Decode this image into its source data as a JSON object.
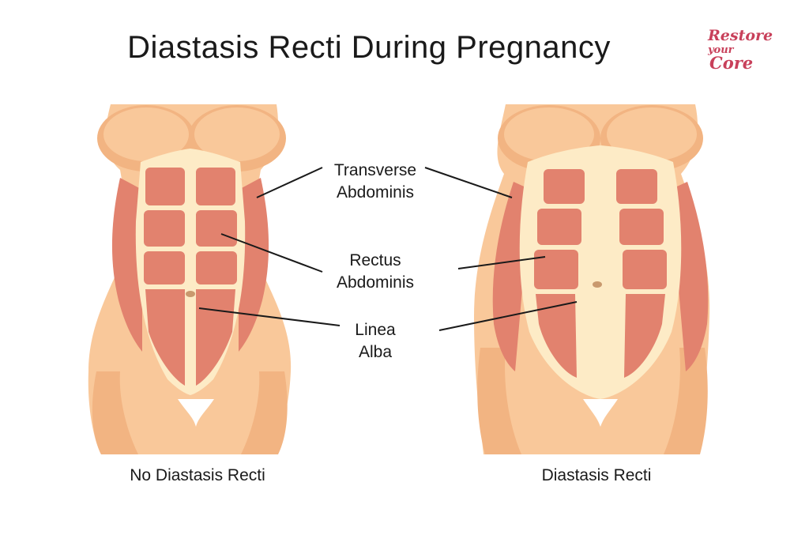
{
  "title": "Diastasis Recti During Pregnancy",
  "logo": {
    "line1": "Restore",
    "line2": "your",
    "line3": "Core"
  },
  "labels": {
    "transverse": [
      "Transverse",
      "Abdominis"
    ],
    "rectus": [
      "Rectus",
      "Abdominis"
    ],
    "linea": [
      "Linea",
      "Alba"
    ]
  },
  "captions": {
    "left": "No Diastasis Recti",
    "right": "Diastasis Recti"
  },
  "colors": {
    "skin_light": "#f9c89a",
    "skin_mid": "#f2b482",
    "skin_dark": "#eea776",
    "muscle": "#e2826e",
    "muscle_dark": "#c9685a",
    "fascia": "#fdebc6",
    "line": "#1a1a1a"
  }
}
